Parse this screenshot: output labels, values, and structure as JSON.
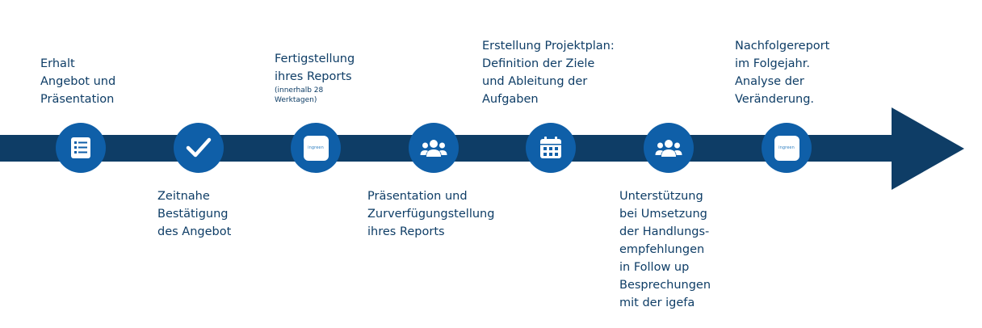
{
  "colors": {
    "arrow": "#0e3d66",
    "node": "#0f5fa8",
    "text": "#0e3d66"
  },
  "steps": [
    {
      "icon": "checklist-icon",
      "lines": [
        "Erhalt",
        "Angebot und",
        "Präsentation"
      ]
    },
    {
      "icon": "checkmark-icon",
      "lines": [
        "Zeitnahe",
        "Bestätigung",
        "des Angebot"
      ]
    },
    {
      "icon": "ingreen-logo-icon",
      "logo": "ingreen",
      "lines": [
        "Fertigstellung",
        "ihres Reports"
      ],
      "note_lines": [
        "(innerhalb 28",
        "Werktagen)"
      ]
    },
    {
      "icon": "people-group-icon",
      "lines": [
        "Präsentation und",
        "Zurverfügungstellung",
        "ihres Reports"
      ]
    },
    {
      "icon": "calendar-icon",
      "lines": [
        "Erstellung Projektplan:",
        "Definition der Ziele",
        "und Ableitung der",
        "Aufgaben"
      ]
    },
    {
      "icon": "people-group-icon",
      "lines": [
        "Unterstützung",
        "bei Umsetzung",
        "der Handlungs-",
        "empfehlungen",
        "in Follow up",
        "Besprechungen",
        "mit der igefa"
      ]
    },
    {
      "icon": "ingreen-logo-icon",
      "logo": "ingreen",
      "lines": [
        "Nachfolgereport",
        "im Folgejahr.",
        "Analyse der",
        "Veränderung."
      ]
    }
  ]
}
